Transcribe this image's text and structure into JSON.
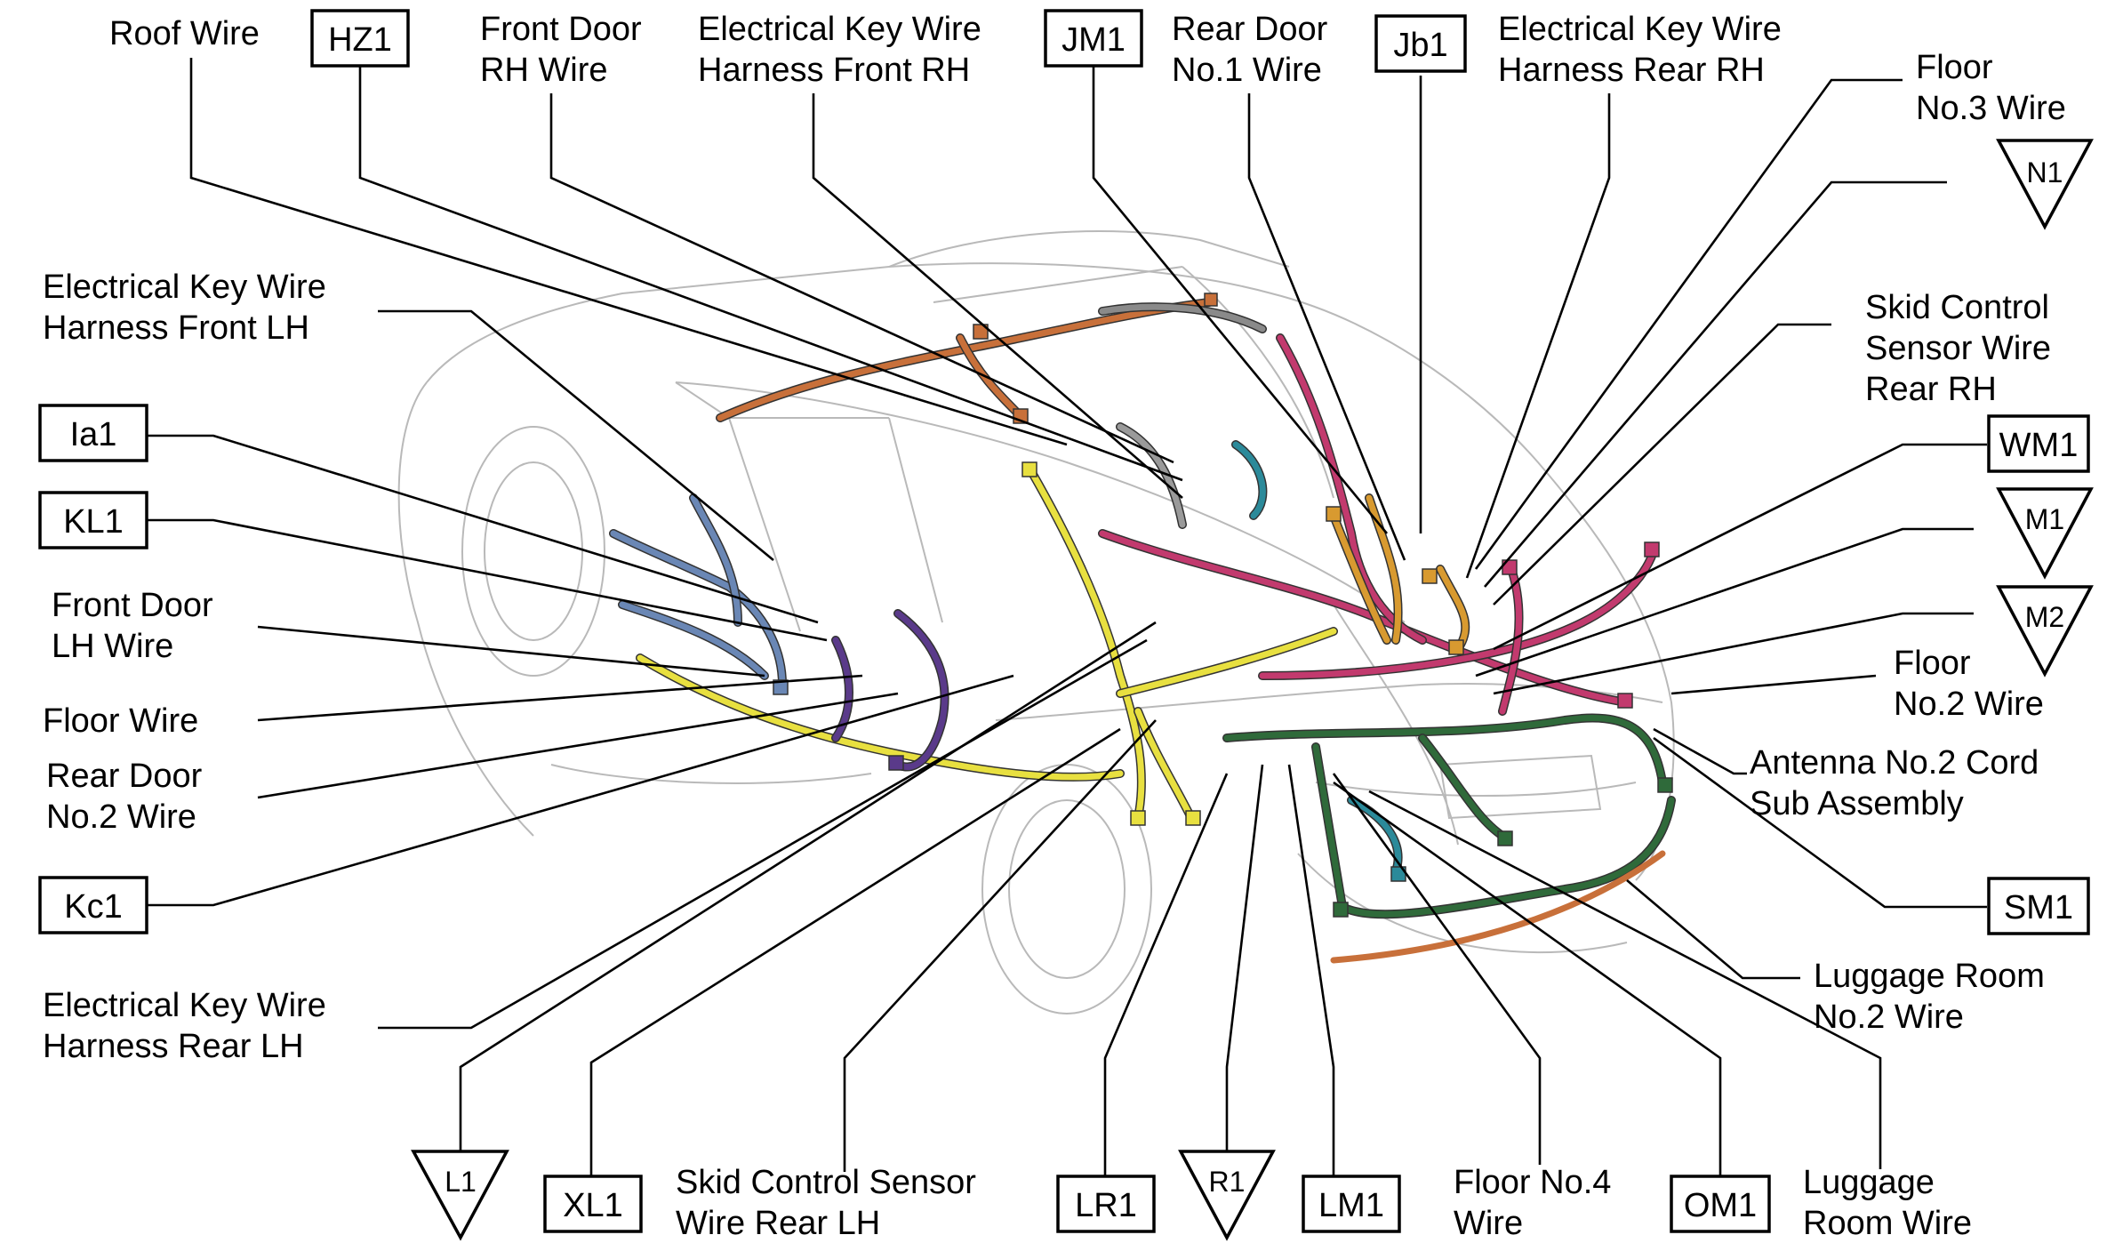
{
  "diagram": {
    "text_labels": {
      "roof_wire": [
        "Roof Wire"
      ],
      "front_door_rh_wire": [
        "Front Door",
        "RH Wire"
      ],
      "ekw_front_rh": [
        "Electrical Key Wire",
        "Harness Front RH"
      ],
      "rear_door_no1_wire": [
        "Rear Door",
        "No.1 Wire"
      ],
      "ekw_rear_rh": [
        "Electrical Key Wire",
        "Harness Rear RH"
      ],
      "floor_no3_wire": [
        "Floor",
        "No.3 Wire"
      ],
      "ekw_front_lh": [
        "Electrical Key Wire",
        "Harness Front LH"
      ],
      "skid_sensor_rear_rh": [
        "Skid Control",
        "Sensor Wire",
        "Rear RH"
      ],
      "front_door_lh_wire": [
        "Front Door",
        "LH Wire"
      ],
      "floor_wire": [
        "Floor Wire"
      ],
      "rear_door_no2_wire": [
        "Rear Door",
        "No.2 Wire"
      ],
      "floor_no2_wire": [
        "Floor",
        "No.2 Wire"
      ],
      "antenna_no2_cord": [
        "Antenna No.2 Cord",
        "Sub Assembly"
      ],
      "luggage_room_no2_wire": [
        "Luggage Room",
        "No.2 Wire"
      ],
      "ekw_rear_lh": [
        "Electrical Key Wire",
        "Harness Rear LH"
      ],
      "skid_sensor_rear_lh": [
        "Skid Control Sensor",
        "Wire Rear LH"
      ],
      "floor_no4_wire": [
        "Floor No.4",
        "Wire"
      ],
      "luggage_room_wire": [
        "Luggage",
        "Room Wire"
      ]
    },
    "boxed_codes": {
      "HZ1": "HZ1",
      "JM1": "JM1",
      "Jb1": "Jb1",
      "Ia1": "Ia1",
      "KL1": "KL1",
      "WM1": "WM1",
      "Kc1": "Kc1",
      "SM1": "SM1",
      "XL1": "XL1",
      "LR1": "LR1",
      "LM1": "LM1",
      "OM1": "OM1"
    },
    "triangle_codes": {
      "N1": "N1",
      "M1": "M1",
      "M2": "M2",
      "L1": "L1",
      "R1": "R1"
    },
    "wire_colors": {
      "roof": "#c8703a",
      "floor": "#e8e040",
      "floor_no2": "#c23a6e",
      "door_lh": "#6a87b5",
      "rear_door": "#5a3a8a",
      "luggage": "#2f6a3a",
      "rear_rh": "#d89a30",
      "antenna": "#d07a95",
      "teal": "#2b8a9a",
      "grey": "#9a9a9a"
    }
  }
}
